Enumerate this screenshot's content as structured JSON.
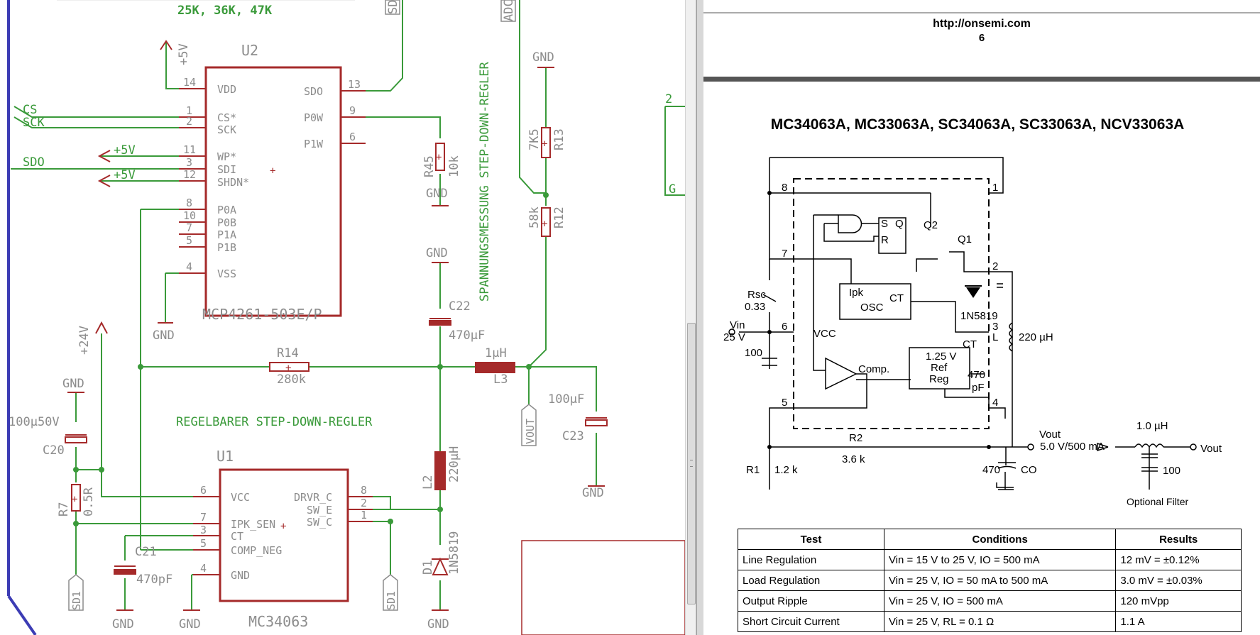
{
  "schematic": {
    "texts": {
      "resistor_list": "25K, 36K, 47K",
      "sdo_top": "SD",
      "adc_top": "ADC",
      "v5_top": "+5V",
      "u2_name": "U2",
      "u2_part": "MCP4261-503E/P",
      "u2_pins_left": [
        "VDD",
        "CS*",
        "SCK",
        "WP*",
        "SDI",
        "SHDN*",
        "P0A",
        "P0B",
        "P1A",
        "P1B",
        "VSS"
      ],
      "u2_pinnums_left": [
        "14",
        "1",
        "2",
        "11",
        "3",
        "12",
        "8",
        "10",
        "7",
        "5",
        "4"
      ],
      "u2_pins_right": [
        "SDO",
        "P0W",
        "P1W"
      ],
      "u2_pinnums_right": [
        "13",
        "9",
        "6"
      ],
      "net_cs": "CS",
      "net_sck": "SCK",
      "net_sdo": "SDO",
      "wp_5v": "+5V",
      "shdn_5v": "+5V",
      "gnd": "GND",
      "section_measure": "SPANNUNGSMESSUNG STEP-DOWN-REGLER",
      "section_regler": "REGELBARER STEP-DOWN-REGLER",
      "r45": "R45",
      "r45_val": "10k",
      "r13": "R13",
      "r13_val": "7K5",
      "r12": "R12",
      "r12_val": "58k",
      "c22": "C22",
      "c22_val": "470µF",
      "r14": "R14",
      "r14_val": "280k",
      "l3": "L3",
      "l3_val": "1µH",
      "c23": "C23",
      "c23_val": "100µF",
      "vout": "VOUT",
      "v24": "+24V",
      "c20": "C20",
      "c20_val": "100µ50V",
      "r7": "R7",
      "r7_val": "0.5R",
      "u1_name": "U1",
      "u1_part": "MC34063",
      "u1_pins_left": [
        "VCC",
        "IPK_SEN",
        "CT",
        "COMP_NEG",
        "GND"
      ],
      "u1_pinnums_left": [
        "6",
        "7",
        "3",
        "5",
        "4"
      ],
      "u1_pins_right": [
        "DRVR_C",
        "SW_E",
        "SW_C"
      ],
      "u1_pinnums_right": [
        "8",
        "2",
        "1"
      ],
      "c21": "C21",
      "c21_val": "470pF",
      "l2": "L2",
      "l2_val": "220µH",
      "d1": "D1",
      "d1_val": "1N5819",
      "sd1": "SD1",
      "frag_2": "2",
      "frag_g": "G"
    }
  },
  "datasheet": {
    "url": "http://onsemi.com",
    "page_number": "6",
    "title": "MC34063A, MC33063A, SC34063A, SC33063A, NCV33063A",
    "labels": {
      "rsc": "Rsc",
      "rsc_val": "0.33",
      "vin": "Vin",
      "vin_val": "25 V",
      "c100": "100",
      "vcc": "VCC",
      "ipk": "Ipk",
      "osc": "OSC",
      "ct": "CT",
      "s": "S",
      "q": "Q",
      "r": "R",
      "q1": "Q1",
      "q2": "Q2",
      "diode": "1N5819",
      "ct_val": "470",
      "ct_unit": "pF",
      "inductor": "L",
      "inductor_val": "220 µH",
      "comp": "Comp.",
      "ref_1": "1.25 V",
      "ref_2": "Ref",
      "ref_3": "Reg",
      "r1": "R1",
      "r1_val": "1.2 k",
      "r2": "R2",
      "r2_val": "3.6 k",
      "co_val": "470",
      "co": "CO",
      "vout": "Vout",
      "vout_val": "5.0 V/500 mA",
      "filter_l": "1.0 µH",
      "filter_c": "100",
      "filter_vout": "Vout",
      "optional_filter": "Optional Filter",
      "pins": [
        "8",
        "1",
        "7",
        "2",
        "6",
        "3",
        "5",
        "4"
      ]
    },
    "table": {
      "headers": [
        "Test",
        "Conditions",
        "Results"
      ],
      "rows": [
        [
          "Line Regulation",
          "Vin = 15 V to 25 V, IO = 500 mA",
          "12 mV = ±0.12%"
        ],
        [
          "Load Regulation",
          "Vin = 25 V, IO = 50 mA to 500 mA",
          "3.0 mV = ±0.03%"
        ],
        [
          "Output Ripple",
          "Vin = 25 V, IO = 500 mA",
          "120 mVpp"
        ],
        [
          "Short Circuit Current",
          "Vin = 25 V, RL = 0.1 Ω",
          "1.1 A"
        ]
      ]
    }
  },
  "colors": {
    "wire": "#3a9a3a",
    "component": "#a52a2a",
    "pin_text": "#8c8c8c",
    "frame": "#3c3cb4"
  }
}
